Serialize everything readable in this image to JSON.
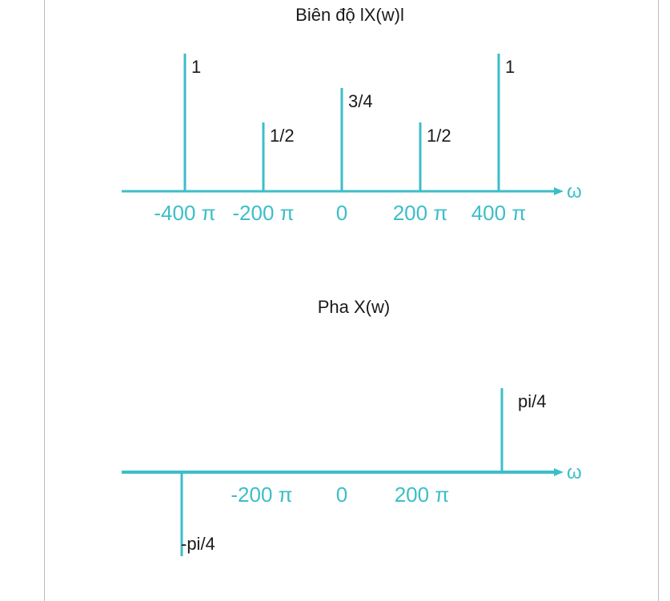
{
  "chart_data": [
    {
      "type": "stem",
      "title": "Biên độ lX(w)l",
      "xlabel": "ω",
      "ylabel": "",
      "x_ticks": [
        "-400 π",
        "-200 π",
        "0",
        "200 π",
        "400 π"
      ],
      "x": [
        -400,
        -200,
        0,
        200,
        400
      ],
      "values": [
        1,
        0.5,
        0.75,
        0.5,
        1
      ],
      "value_labels": [
        "1",
        "1/2",
        "3/4",
        "1/2",
        "1"
      ],
      "color": "#3cbec8"
    },
    {
      "type": "stem",
      "title": "Pha X(w)",
      "xlabel": "ω",
      "ylabel": "",
      "x_ticks": [
        "-200 π",
        "0",
        "200 π"
      ],
      "x_tick_positions": [
        -200,
        0,
        200
      ],
      "x": [
        -400,
        400
      ],
      "values": [
        -0.25,
        0.25
      ],
      "value_labels": [
        "-pi/4",
        "pi/4"
      ],
      "color": "#3cbec8"
    }
  ]
}
